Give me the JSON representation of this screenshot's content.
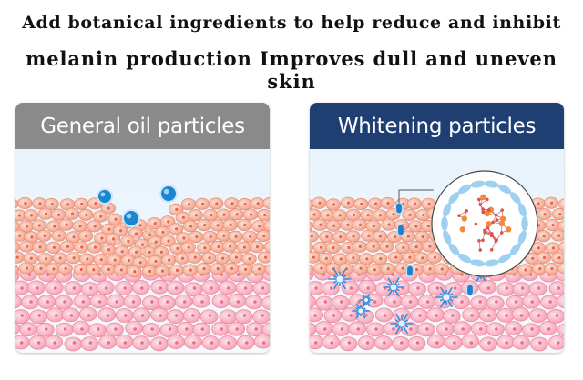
{
  "headline": {
    "line1": "Add botanical ingredients to help reduce and inhibit",
    "line2": "melanin production Improves dull and uneven skin"
  },
  "panels": {
    "left": {
      "title": "General oil particles"
    },
    "right": {
      "title": "Whitening particles"
    }
  },
  "colors": {
    "left_header": "#8a8a8a",
    "right_header": "#1f3f73",
    "upper_cells": "#f4a58e",
    "lower_cells": "#f7a7b7",
    "particle": "#1a86d0",
    "burst": "#2f8fe0"
  }
}
